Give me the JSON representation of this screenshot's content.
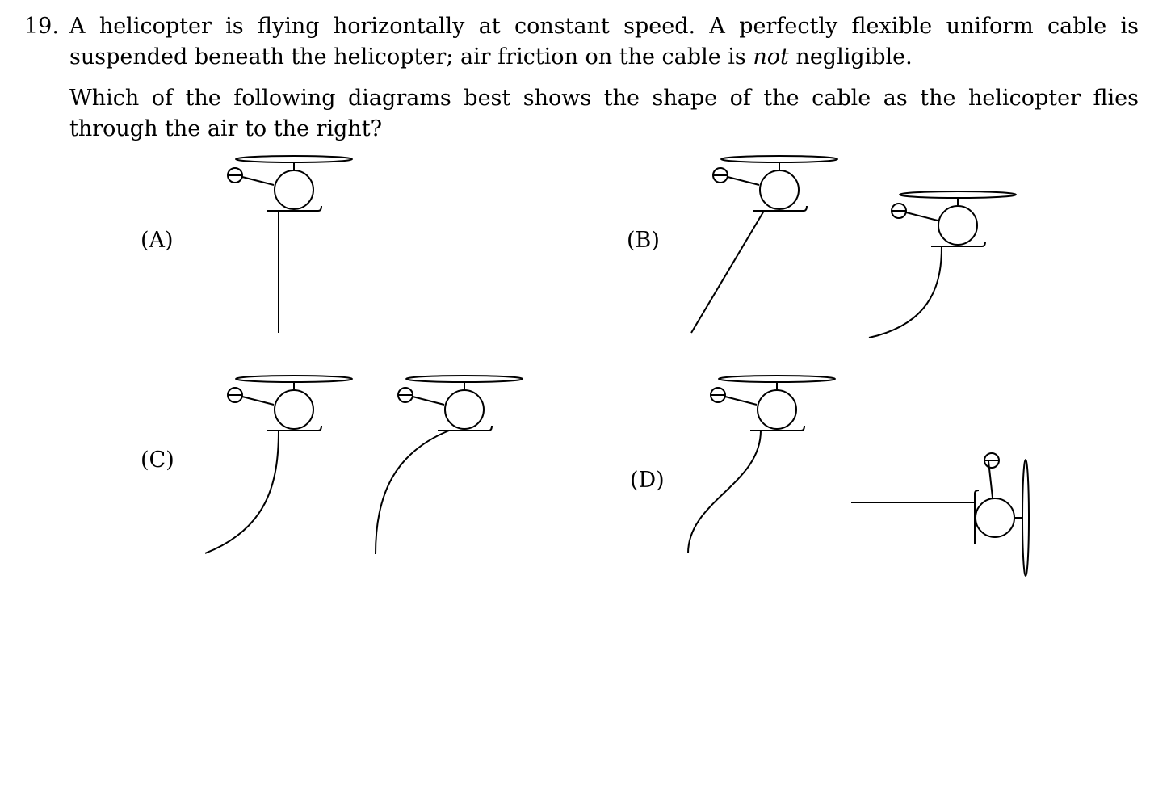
{
  "question": {
    "number": "19.",
    "paragraph1": {
      "before": "A helicopter is flying horizontally at constant speed.  A perfectly flexible uniform cable is suspended beneath the helicopter; air friction on the cable is ",
      "emph": "not",
      "after": " negligible."
    },
    "paragraph2": "Which of the following diagrams best shows the shape of the cable as the helicopter flies through the air to the right?"
  },
  "options": [
    {
      "label": "(A)"
    },
    {
      "label": "(B)"
    },
    {
      "label": "(C)"
    },
    {
      "label": "(D)"
    }
  ],
  "icons": [
    "helicopter-icon",
    "cable-curve"
  ]
}
